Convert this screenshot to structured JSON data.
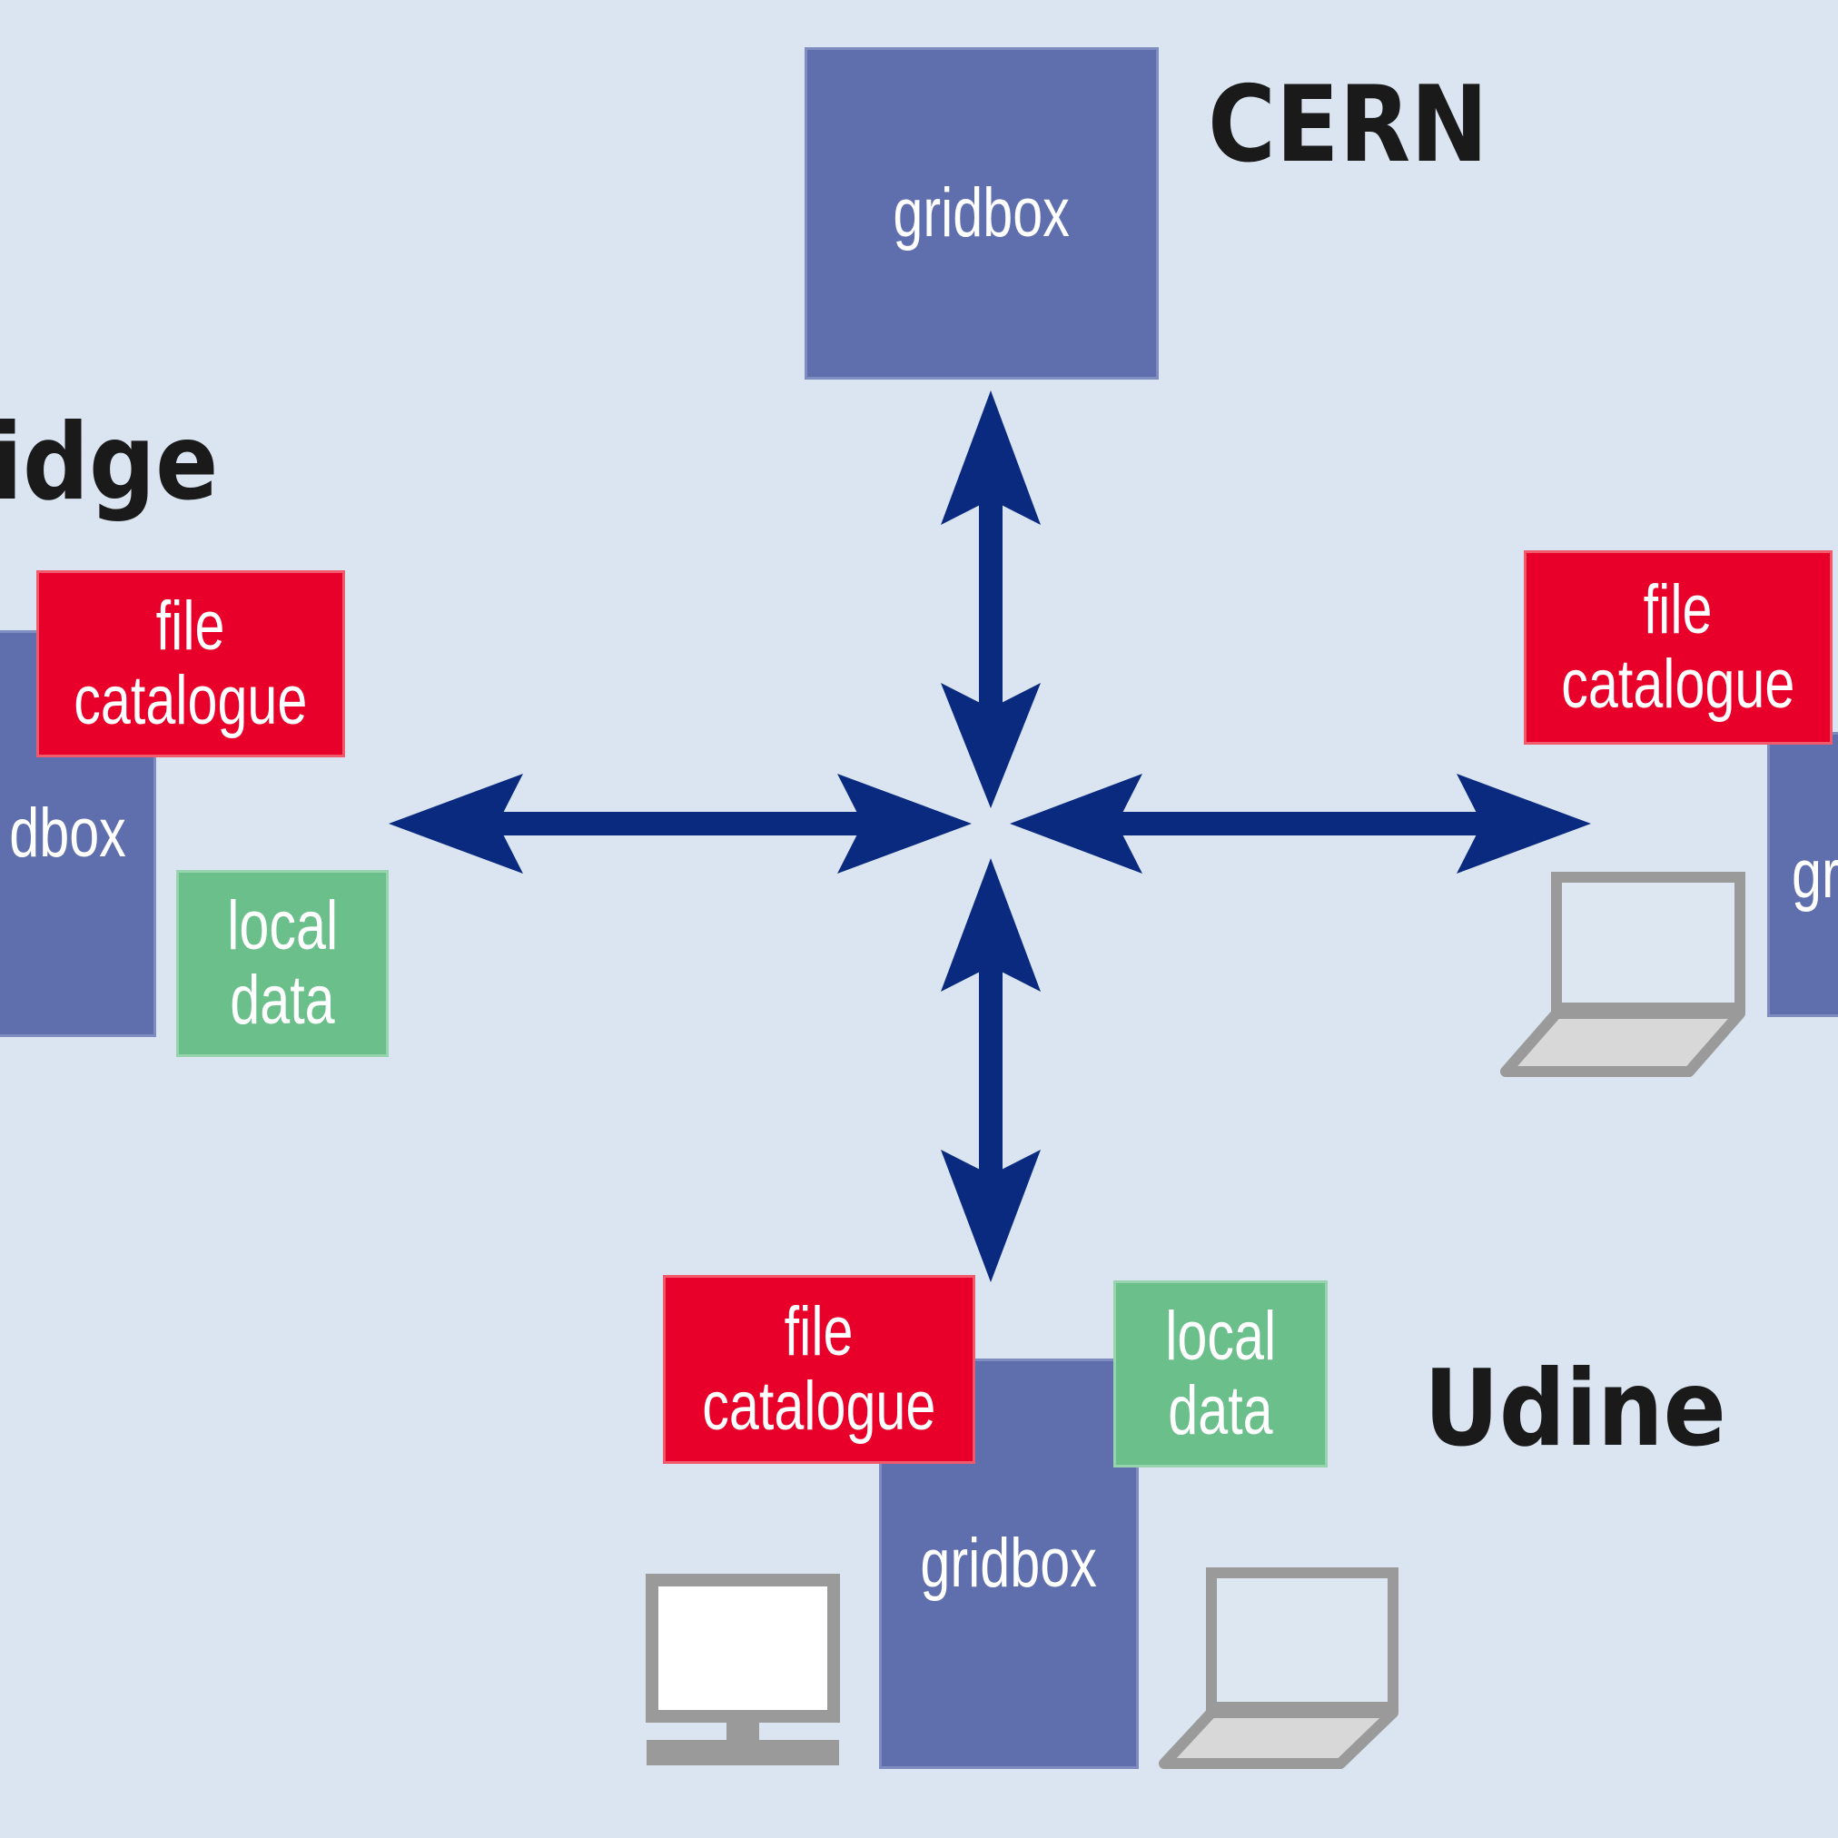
{
  "sites": {
    "cern": {
      "name": "CERN",
      "gridbox": "gridbox"
    },
    "left": {
      "name": "idge",
      "gridbox": "dbox",
      "file_catalogue": [
        "file",
        "catalogue"
      ],
      "local_data": [
        "local",
        "data"
      ]
    },
    "right": {
      "gridbox": "gr",
      "file_catalogue": [
        "file",
        "catalogue"
      ]
    },
    "udine": {
      "name": "Udine",
      "gridbox": "gridbox",
      "file_catalogue": [
        "file",
        "catalogue"
      ],
      "local_data": [
        "local",
        "data"
      ]
    }
  },
  "colors": {
    "background": "#dae5f1",
    "gridbox": "#5f6fae",
    "file_catalogue": "#e8002a",
    "local_data": "#6bbf8a",
    "arrow": "#0a2a80",
    "computer": "#9a9a9a"
  }
}
